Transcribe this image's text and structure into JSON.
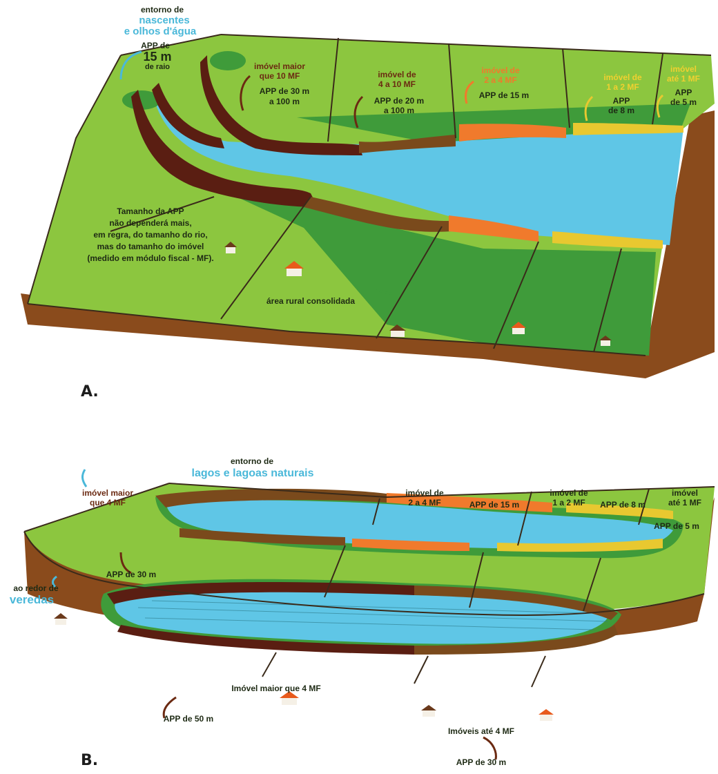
{
  "panel_a": {
    "letter": "A.",
    "springs_title_1": "entorno de",
    "springs_title_2": "nascentes",
    "springs_title_3": "e olhos d'água",
    "springs_app_1": "APP de",
    "springs_app_2": "15 m",
    "springs_app_3": "de raio",
    "prop_gt10_1": "imóvel maior",
    "prop_gt10_2": "que 10 MF",
    "prop_gt10_app_1": "APP de 30 m",
    "prop_gt10_app_2": "a 100 m",
    "prop_4to10_1": "imóvel de",
    "prop_4to10_2": "4 a 10 MF",
    "prop_4to10_app_1": "APP de 20 m",
    "prop_4to10_app_2": "a 100 m",
    "prop_2to4_1": "imóvel de",
    "prop_2to4_2": "2 a 4 MF",
    "prop_2to4_app": "APP de 15 m",
    "prop_1to2_1": "imóvel de",
    "prop_1to2_2": "1 a 2 MF",
    "prop_1to2_app_1": "APP",
    "prop_1to2_app_2": "de 8 m",
    "prop_lt1_1": "imóvel",
    "prop_lt1_2": "até 1 MF",
    "prop_lt1_app_1": "APP",
    "prop_lt1_app_2": "de 5 m",
    "note_1": "Tamanho da APP",
    "note_2": "não dependerá mais,",
    "note_3": "em regra, do tamanho do rio,",
    "note_4": "mas do tamanho do imóvel",
    "note_5": "(medido em módulo fiscal - MF).",
    "consolidated": "área rural consolidada"
  },
  "panel_b": {
    "letter": "B.",
    "lakes_title_1": "entorno de",
    "lakes_title_2": "lagos e lagoas naturais",
    "prop_gt4_1": "imóvel maior",
    "prop_gt4_2": "que 4 MF",
    "prop_gt4_app": "APP de 30 m",
    "prop_2to4_1": "imóvel de",
    "prop_2to4_2": "2 a 4 MF",
    "prop_2to4_app": "APP de 15 m",
    "prop_1to2_1": "imóvel de",
    "prop_1to2_2": "1 a 2 MF",
    "prop_1to2_app": "APP de 8 m",
    "prop_lt1_1": "imóvel",
    "prop_lt1_2": "até 1 MF",
    "prop_lt1_app": "APP de 5 m",
    "veredas_1": "ao redor de",
    "veredas_2": "veredas",
    "vereda_gt4": "Imóvel maior que 4 MF",
    "vereda_gt4_app": "APP de 50 m",
    "vereda_lt4": "Imóveis até 4 MF",
    "vereda_lt4_app": "APP de 30 m"
  },
  "colors": {
    "field_light": "#8cc63f",
    "field_dark": "#3f9b3a",
    "field_mid": "#6db43a",
    "soil": "#8a4b1c",
    "water": "#5fc6e6",
    "blue_title": "#4ab8d9",
    "tree_dark": "#5a1e12",
    "tree_brown": "#7a4a1c",
    "tree_orange": "#f07a2c",
    "tree_yellow": "#e8c830",
    "text_dark": "#1e2a14",
    "text_brown": "#6b2a12",
    "text_orange": "#f07a2c",
    "text_yellow": "#f0d030"
  }
}
